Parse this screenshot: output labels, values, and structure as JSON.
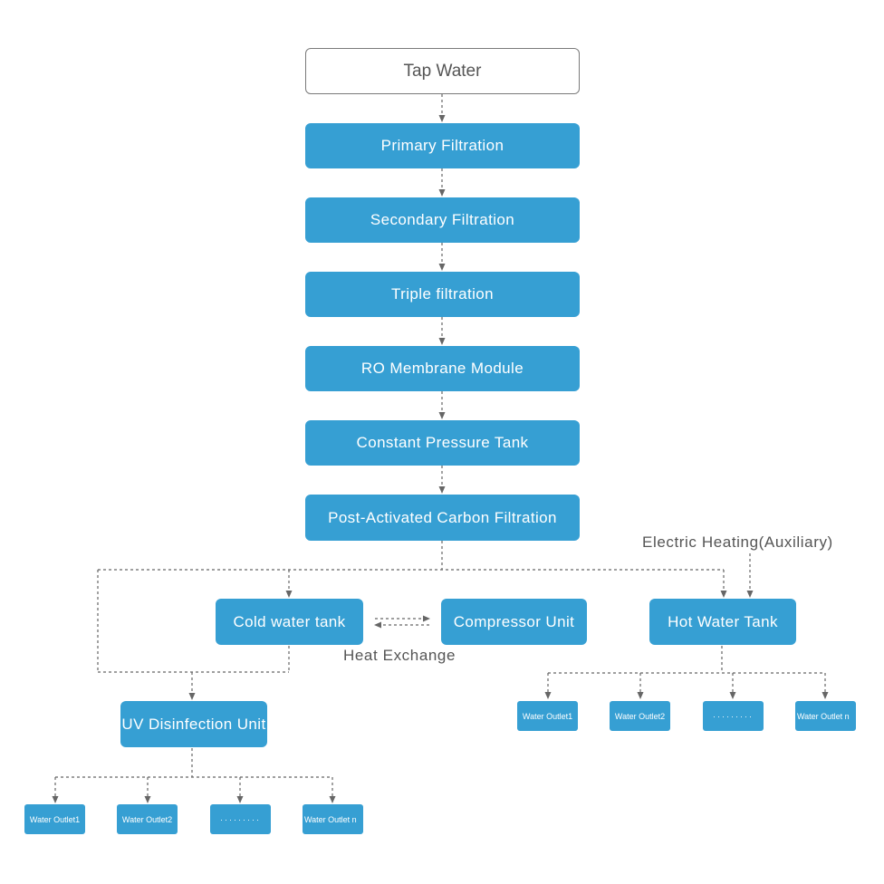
{
  "colors": {
    "box_fill": "#369fd3",
    "box_text": "#ffffff",
    "start_border": "#7a7a7a",
    "connector": "#666666",
    "label_text": "#555555"
  },
  "nodes": {
    "tap_water": "Tap Water",
    "primary_filtration": "Primary Filtration",
    "secondary_filtration": "Secondary Filtration",
    "triple_filtration": "Triple filtration",
    "ro_membrane": "RO Membrane Module",
    "constant_pressure_tank": "Constant Pressure Tank",
    "post_carbon": "Post-Activated Carbon Filtration",
    "cold_water_tank": "Cold water tank",
    "compressor_unit": "Compressor Unit",
    "hot_water_tank": "Hot Water Tank",
    "uv_unit": "UV Disinfection Unit"
  },
  "labels": {
    "electric_heating": "Electric Heating(Auxiliary)",
    "heat_exchange": "Heat Exchange"
  },
  "cold_outlets": [
    "Water Outlet1",
    "Water Outlet2",
    "·········",
    "Water Outlet n"
  ],
  "hot_outlets": [
    "Water Outlet1",
    "Water Outlet2",
    "·········",
    "Water Outlet n"
  ]
}
